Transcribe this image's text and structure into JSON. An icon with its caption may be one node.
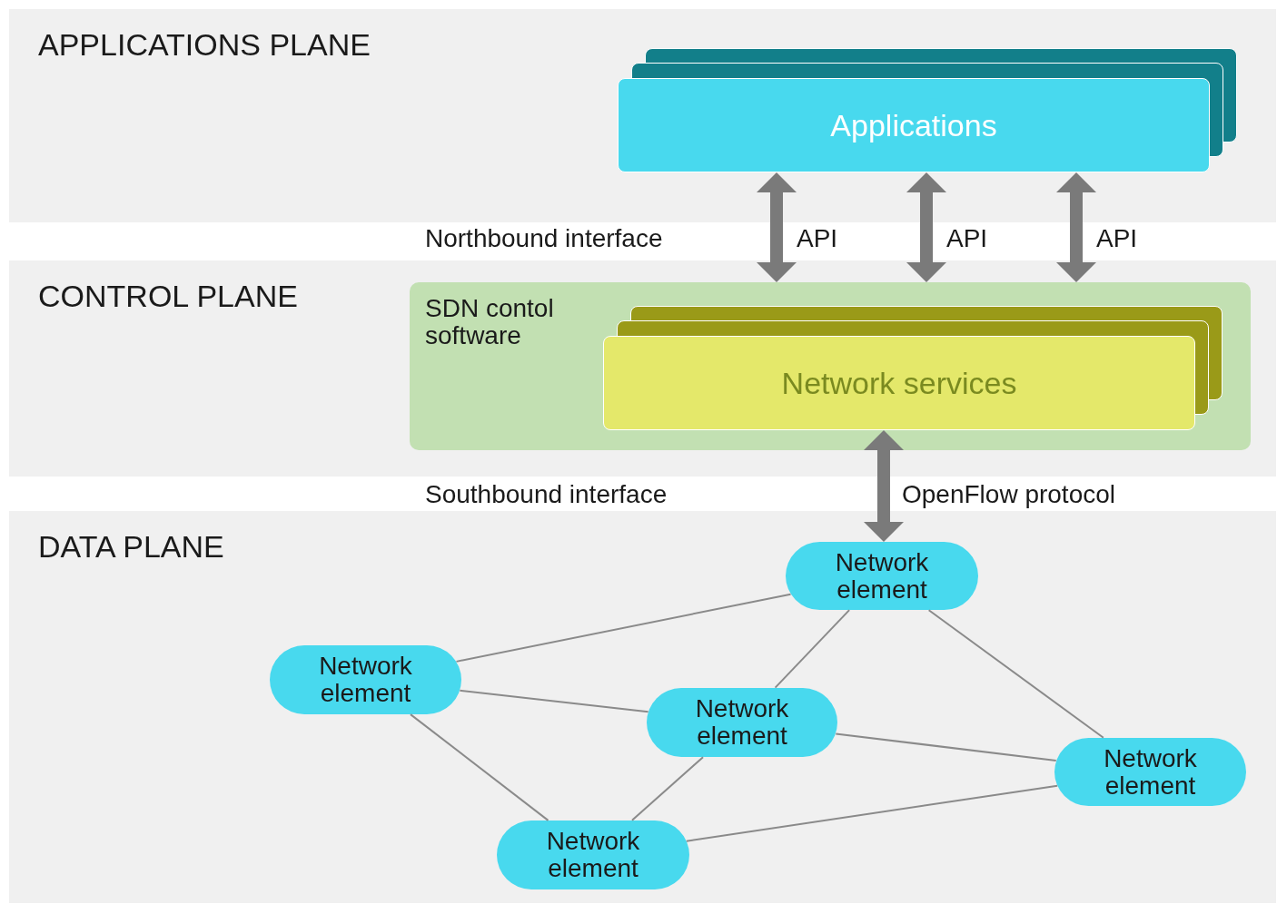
{
  "diagram": {
    "nodes": [
      {
        "text": [
          "APPLICATIONS PLANE"
        ]
      },
      {
        "text": [
          "Applications"
        ],
        "in": 0
      },
      {
        "text": [
          "CONTROL PLANE"
        ]
      },
      {
        "text": [
          "SDN contol software"
        ],
        "in": 2
      },
      {
        "text": [
          "Network services"
        ],
        "in": 3
      },
      {
        "text": [
          "DATA PLANE"
        ]
      },
      {
        "text": [
          "Network element"
        ],
        "in": 5
      },
      {
        "text": [
          "Network element"
        ],
        "in": 5
      },
      {
        "text": [
          "Network element"
        ],
        "in": 5
      },
      {
        "text": [
          "Network element"
        ],
        "in": 5
      },
      {
        "text": [
          "Network element"
        ],
        "in": 5
      }
    ],
    "edges": [
      {
        "from": 1,
        "to": 3,
        "arrow": "both",
        "label": "API",
        "style": "thick"
      },
      {
        "from": 1,
        "to": 3,
        "arrow": "both",
        "label": "API",
        "style": "thick"
      },
      {
        "from": 1,
        "to": 3,
        "arrow": "both",
        "label": "API",
        "style": "thick"
      },
      {
        "from": 4,
        "to": 6,
        "arrow": "both",
        "label": "OpenFlow protocol",
        "style": "thick"
      },
      {
        "from": 6,
        "to": 7,
        "arrow": "none"
      },
      {
        "from": 6,
        "to": 8,
        "arrow": "none"
      },
      {
        "from": 6,
        "to": 9,
        "arrow": "none"
      },
      {
        "from": 7,
        "to": 8,
        "arrow": "none"
      },
      {
        "from": 7,
        "to": 10,
        "arrow": "none"
      },
      {
        "from": 8,
        "to": 9,
        "arrow": "none"
      },
      {
        "from": 8,
        "to": 10,
        "arrow": "none"
      },
      {
        "from": 10,
        "to": 9,
        "arrow": "none"
      }
    ],
    "labels": [
      "Northbound interface",
      "Southbound interface"
    ]
  }
}
